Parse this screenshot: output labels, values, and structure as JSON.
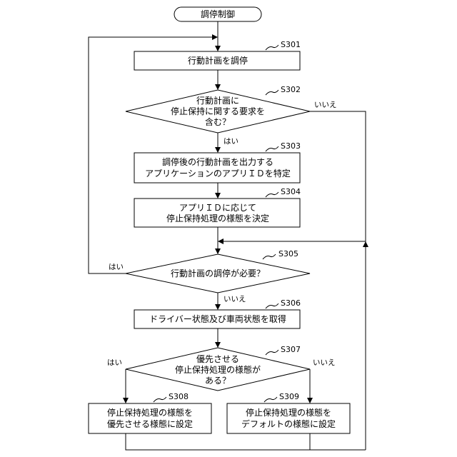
{
  "start": {
    "label": "調停制御"
  },
  "steps": {
    "s301": {
      "ref": "S301",
      "lines": [
        "行動計画を調停"
      ]
    },
    "s302": {
      "ref": "S302",
      "lines": [
        "行動計画に",
        "停止保持に関する要求を",
        "含む？"
      ]
    },
    "s303": {
      "ref": "S303",
      "lines": [
        "調停後の行動計画を出力する",
        "アプリケーションのアプリＩＤを特定"
      ]
    },
    "s304": {
      "ref": "S304",
      "lines": [
        "アプリＩＤに応じて",
        "停止保持処理の様態を決定"
      ]
    },
    "s305": {
      "ref": "S305",
      "lines": [
        "行動計画の調停が必要？"
      ]
    },
    "s306": {
      "ref": "S306",
      "lines": [
        "ドライバー状態及び車両状態を取得"
      ]
    },
    "s307": {
      "ref": "S307",
      "lines": [
        "優先させる",
        "停止保持処理の様態が",
        "ある？"
      ]
    },
    "s308": {
      "ref": "S308",
      "lines": [
        "停止保持処理の様態を",
        "優先させる様態に設定"
      ]
    },
    "s309": {
      "ref": "S309",
      "lines": [
        "停止保持処理の様態を",
        "デフォルトの様態に設定"
      ]
    }
  },
  "branches": {
    "s302_yes": "はい",
    "s302_no": "いいえ",
    "s305_yes": "はい",
    "s305_no": "いいえ",
    "s307_yes": "はい",
    "s307_no": "いいえ"
  }
}
